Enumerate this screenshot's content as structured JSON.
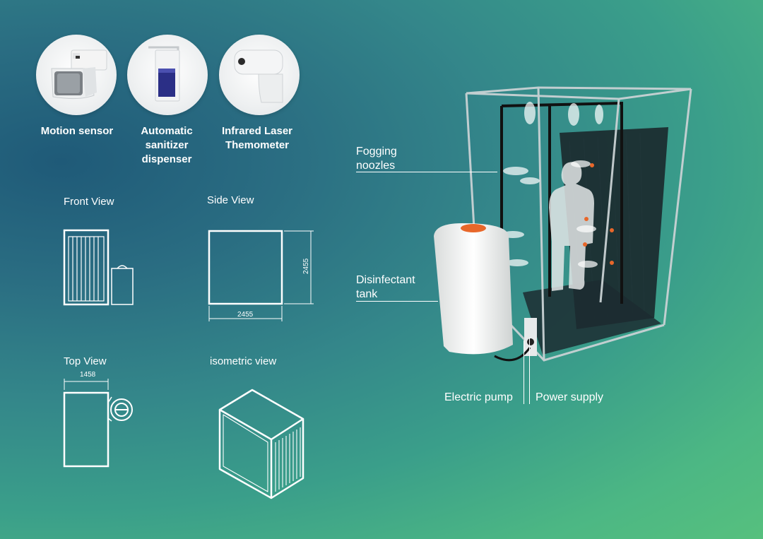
{
  "components": [
    {
      "label": "Motion sensor",
      "icon": "motion-sensor-icon"
    },
    {
      "label": "Automatic sanitizer dispenser",
      "icon": "sanitizer-dispenser-icon"
    },
    {
      "label": "Infrared Laser Themometer",
      "icon": "infrared-thermometer-icon"
    }
  ],
  "views": {
    "front": "Front View",
    "side": "Side View",
    "top": "Top View",
    "isometric": "isometric view"
  },
  "dimensions": {
    "side_height": "2455",
    "side_width": "2455",
    "top_width": "1458"
  },
  "callouts": {
    "fogging": [
      "Fogging",
      "noozles"
    ],
    "tank": [
      "Disinfectant",
      "tank"
    ],
    "pump": "Electric pump",
    "power": "Power supply"
  },
  "colors": {
    "line": "#ffffff",
    "tank_lid": "#e8672a",
    "booth_panel": "#1b2a2e"
  }
}
